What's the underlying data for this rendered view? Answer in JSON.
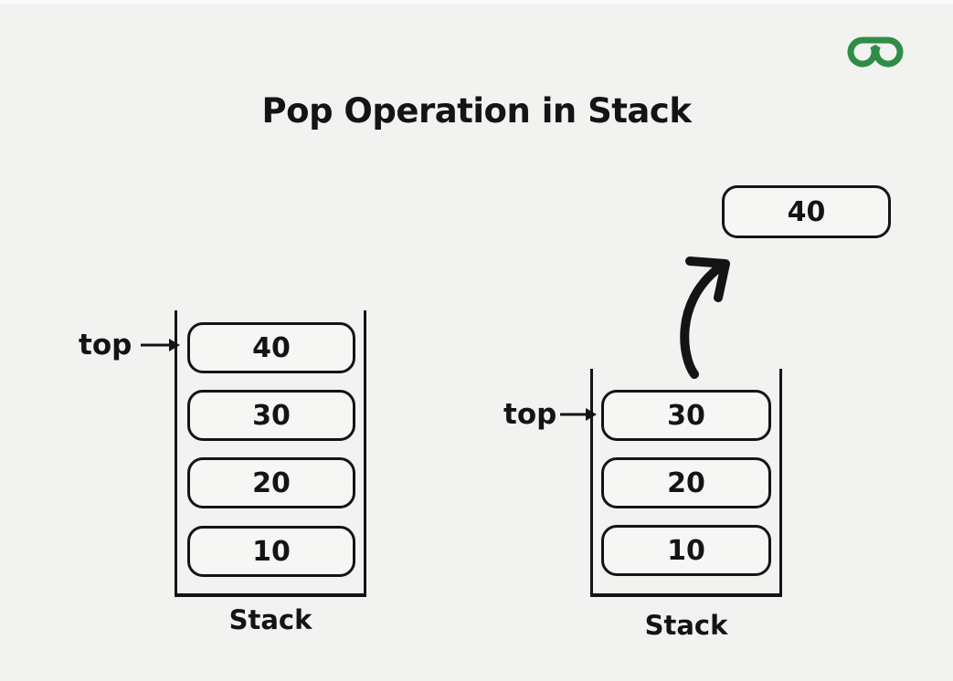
{
  "title": "Pop Operation in Stack",
  "logo": {
    "name": "geeksforgeeks-logo"
  },
  "diagram": {
    "before": {
      "top_label": "top",
      "items": [
        "40",
        "30",
        "20",
        "10"
      ],
      "caption": "Stack"
    },
    "after": {
      "top_label": "top",
      "popped_value": "40",
      "items": [
        "30",
        "20",
        "10"
      ],
      "caption": "Stack"
    }
  },
  "colors": {
    "background": "#f2f2f0",
    "box_fill": "#f6f6f5",
    "ink": "#141414",
    "logo_green": "#2f8d46"
  }
}
